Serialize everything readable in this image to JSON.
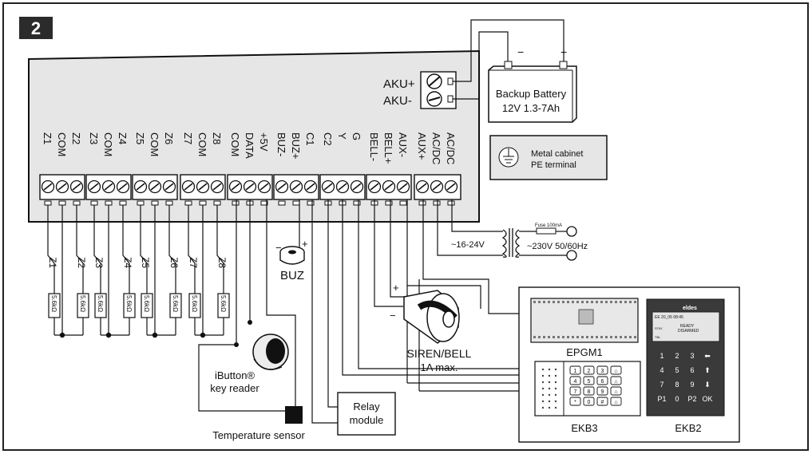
{
  "figure_number": "2",
  "panel": {
    "terminals": [
      "Z1",
      "COM",
      "Z2",
      "Z3",
      "COM",
      "Z4",
      "Z5",
      "COM",
      "Z6",
      "Z7",
      "COM",
      "Z8",
      "COM",
      "DATA",
      "+5V",
      "BUZ-",
      "BUZ+",
      "C1",
      "C2",
      "Y",
      "G",
      "BELL-",
      "BELL+",
      "AUX-",
      "AUX+",
      "AC/DC",
      "AC/DC"
    ]
  },
  "battery_terminals": {
    "positive": "AKU+",
    "negative": "AKU-"
  },
  "battery": {
    "title": "Backup Battery",
    "spec": "12V 1.3-7Ah",
    "minus": "−",
    "plus": "+"
  },
  "cabinet": {
    "line1": "Metal cabinet",
    "line2": "PE terminal"
  },
  "zones": [
    "Z1",
    "Z2",
    "Z3",
    "Z4",
    "Z5",
    "Z6",
    "Z7",
    "Z8"
  ],
  "resistor_label": "5.6kΩ",
  "buzzer": {
    "label": "BUZ",
    "minus": "−",
    "plus": "+"
  },
  "transformer": {
    "low": "~16-24V",
    "high": "~230V 50/60Hz",
    "fuse": "Fuse 100mA"
  },
  "siren": {
    "label": "SIREN/BELL",
    "rating": "1A max.",
    "plus": "+",
    "minus": "−"
  },
  "ibutton": {
    "line1": "iButton®",
    "line2": "key reader"
  },
  "temperature_sensor": "Temperature sensor",
  "relay": {
    "line1": "Relay",
    "line2": "module"
  },
  "modules": {
    "epgm1": "EPGM1",
    "ekb3": "EKB3",
    "ekb2": "EKB2"
  },
  "ekb2_screen": {
    "brand": "eldes",
    "line1": "ЕE  20_05  08:45",
    "line2": "READY",
    "line3": "DISARMED",
    "line4": "STAY",
    "line5": "TBL"
  },
  "ekb2_keys": [
    "1",
    "2",
    "3",
    "⬅",
    "4",
    "5",
    "6",
    "⬆",
    "7",
    "8",
    "9",
    "⬇",
    "P1",
    "0",
    "P2",
    "OK"
  ],
  "ekb3_keys": [
    "1",
    "2",
    "3",
    "⌂",
    "4",
    "5",
    "6",
    "⌂",
    "7",
    "8",
    "9",
    "⌂",
    "*",
    "0",
    "#",
    "⌂"
  ]
}
